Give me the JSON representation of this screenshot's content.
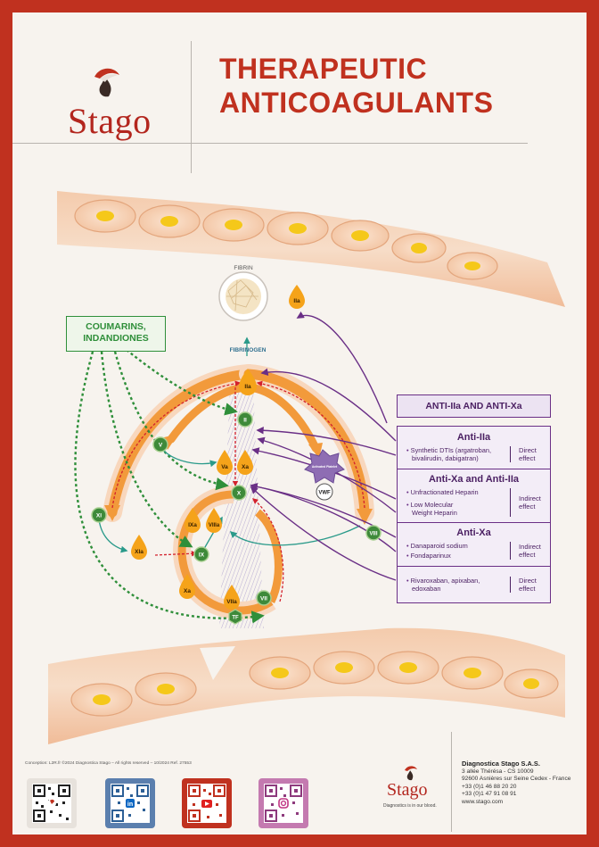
{
  "brand": {
    "name": "Stago"
  },
  "title": {
    "line1": "THERAPEUTIC",
    "line2": "ANTICOAGULANTS"
  },
  "diagram": {
    "fibrin": "FIBRIN",
    "fibrinogen": "FIBRINOGEN",
    "coumarins": "COUMARINS, INDANDIONES",
    "factors": {
      "iia_top": "IIa",
      "iia": "IIa",
      "ii": "II",
      "v": "V",
      "va": "Va",
      "xa": "Xa",
      "x": "X",
      "xi": "XI",
      "xia": "XIa",
      "ix": "IX",
      "ixa": "IXa",
      "viiia": "VIIIa",
      "xa2": "Xa",
      "viia": "VIIa",
      "vii": "VII",
      "tf": "TF",
      "viii": "VIII"
    },
    "activated_platelet": "Activated Platelet",
    "vwf": "VWF"
  },
  "anti": {
    "header": "ANTI-IIa AND ANTI-Xa",
    "sections": [
      {
        "title": "Anti-IIa",
        "drugs": [
          "Synthetic DTIs (argatroban,",
          "bivalirudin, dabigatran)"
        ],
        "effect": [
          "Direct",
          "effect"
        ]
      },
      {
        "title": "Anti-Xa and Anti-IIa",
        "drugs": [
          "Unfractionated Heparin",
          "Low Molecular",
          "Weight Heparin"
        ],
        "effect": [
          "Indirect",
          "effect"
        ]
      },
      {
        "title": "Anti-Xa",
        "drugs": [
          "Danaparoid sodium",
          "Fondaparinux"
        ],
        "effect": [
          "Indirect",
          "effect"
        ]
      },
      {
        "title": "",
        "drugs": [
          "Rivaroxaban, apixaban,",
          "edoxaban"
        ],
        "effect": [
          "Direct",
          "effect"
        ]
      }
    ]
  },
  "footer": {
    "conception": "Conception: L2R.fr ©2024 Diagnostica Stago – All rights reserved – 10/2024 Ref. 27553",
    "tagline": "Diagnostics is in our blood.",
    "company": "Diagnostica Stago S.A.S.",
    "address1": "3 allée Thérésa - CS 10009",
    "address2": "92600 Asnières sur Seine Cedex - France",
    "phone": "+33 (0)1 46 88 20 20",
    "fax": "+33 (0)1 47 91 08 91",
    "web": "www.stago.com"
  },
  "colors": {
    "frame": "#c0311f",
    "orange": "#f29a3b",
    "green": "#2f8f3a",
    "purple": "#6a2f86",
    "red": "#d3212d",
    "drop": "#f5a31a"
  }
}
